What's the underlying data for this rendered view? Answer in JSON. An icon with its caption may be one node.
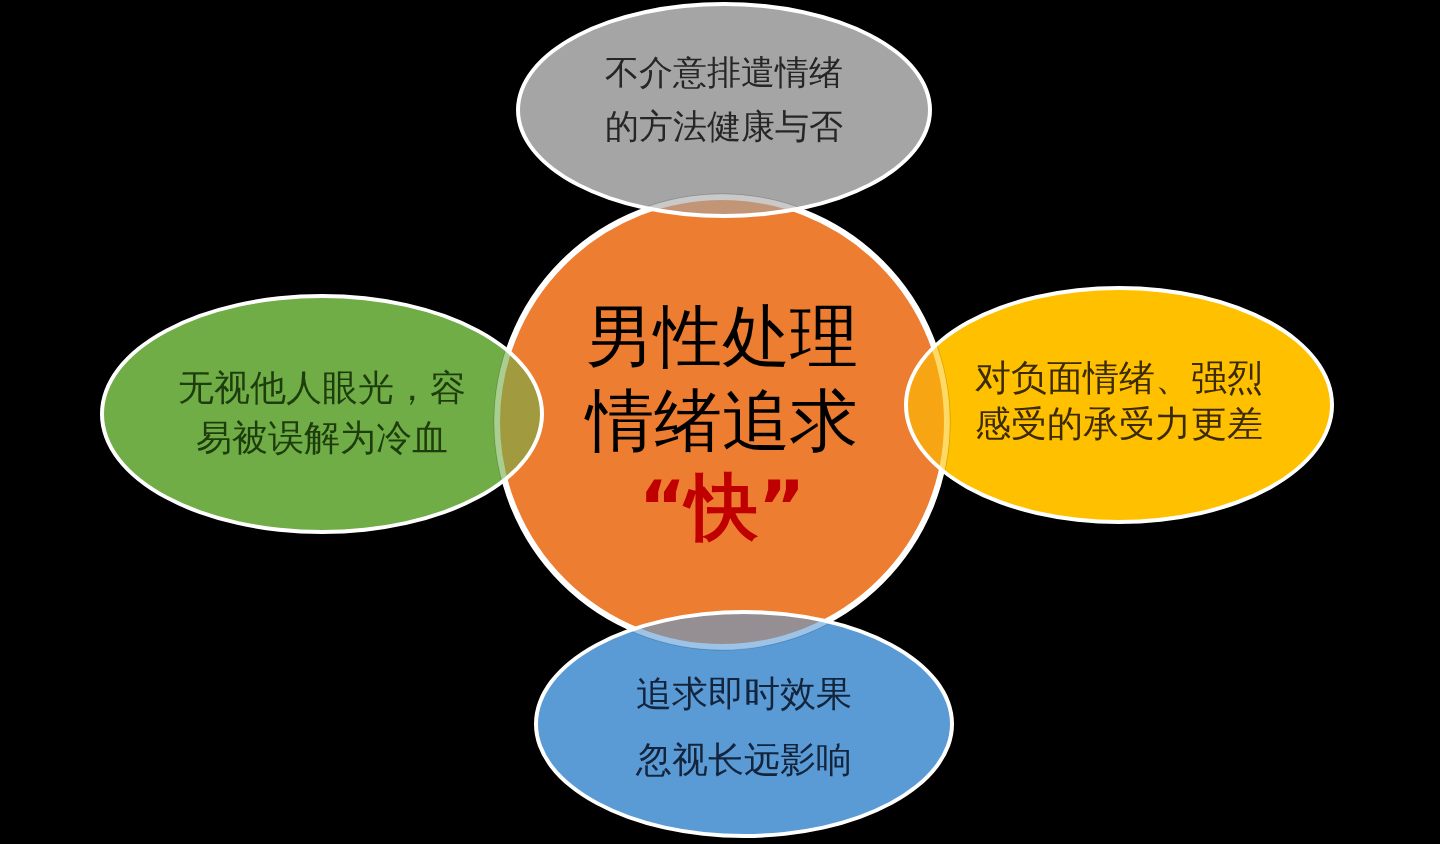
{
  "diagram": {
    "nodes": [
      {
        "text": [
          "不介意排遣情绪的方法健康与否"
        ]
      },
      {
        "text": [
          "无视他人眼光，容易被误解为冷血"
        ]
      },
      {
        "text": [
          "男性处理情绪追求",
          "“快”"
        ]
      },
      {
        "text": [
          "对负面情绪、强烈感受的承受力更差"
        ]
      },
      {
        "text": [
          "追求即时效果",
          "忽视长远影响"
        ]
      }
    ]
  }
}
